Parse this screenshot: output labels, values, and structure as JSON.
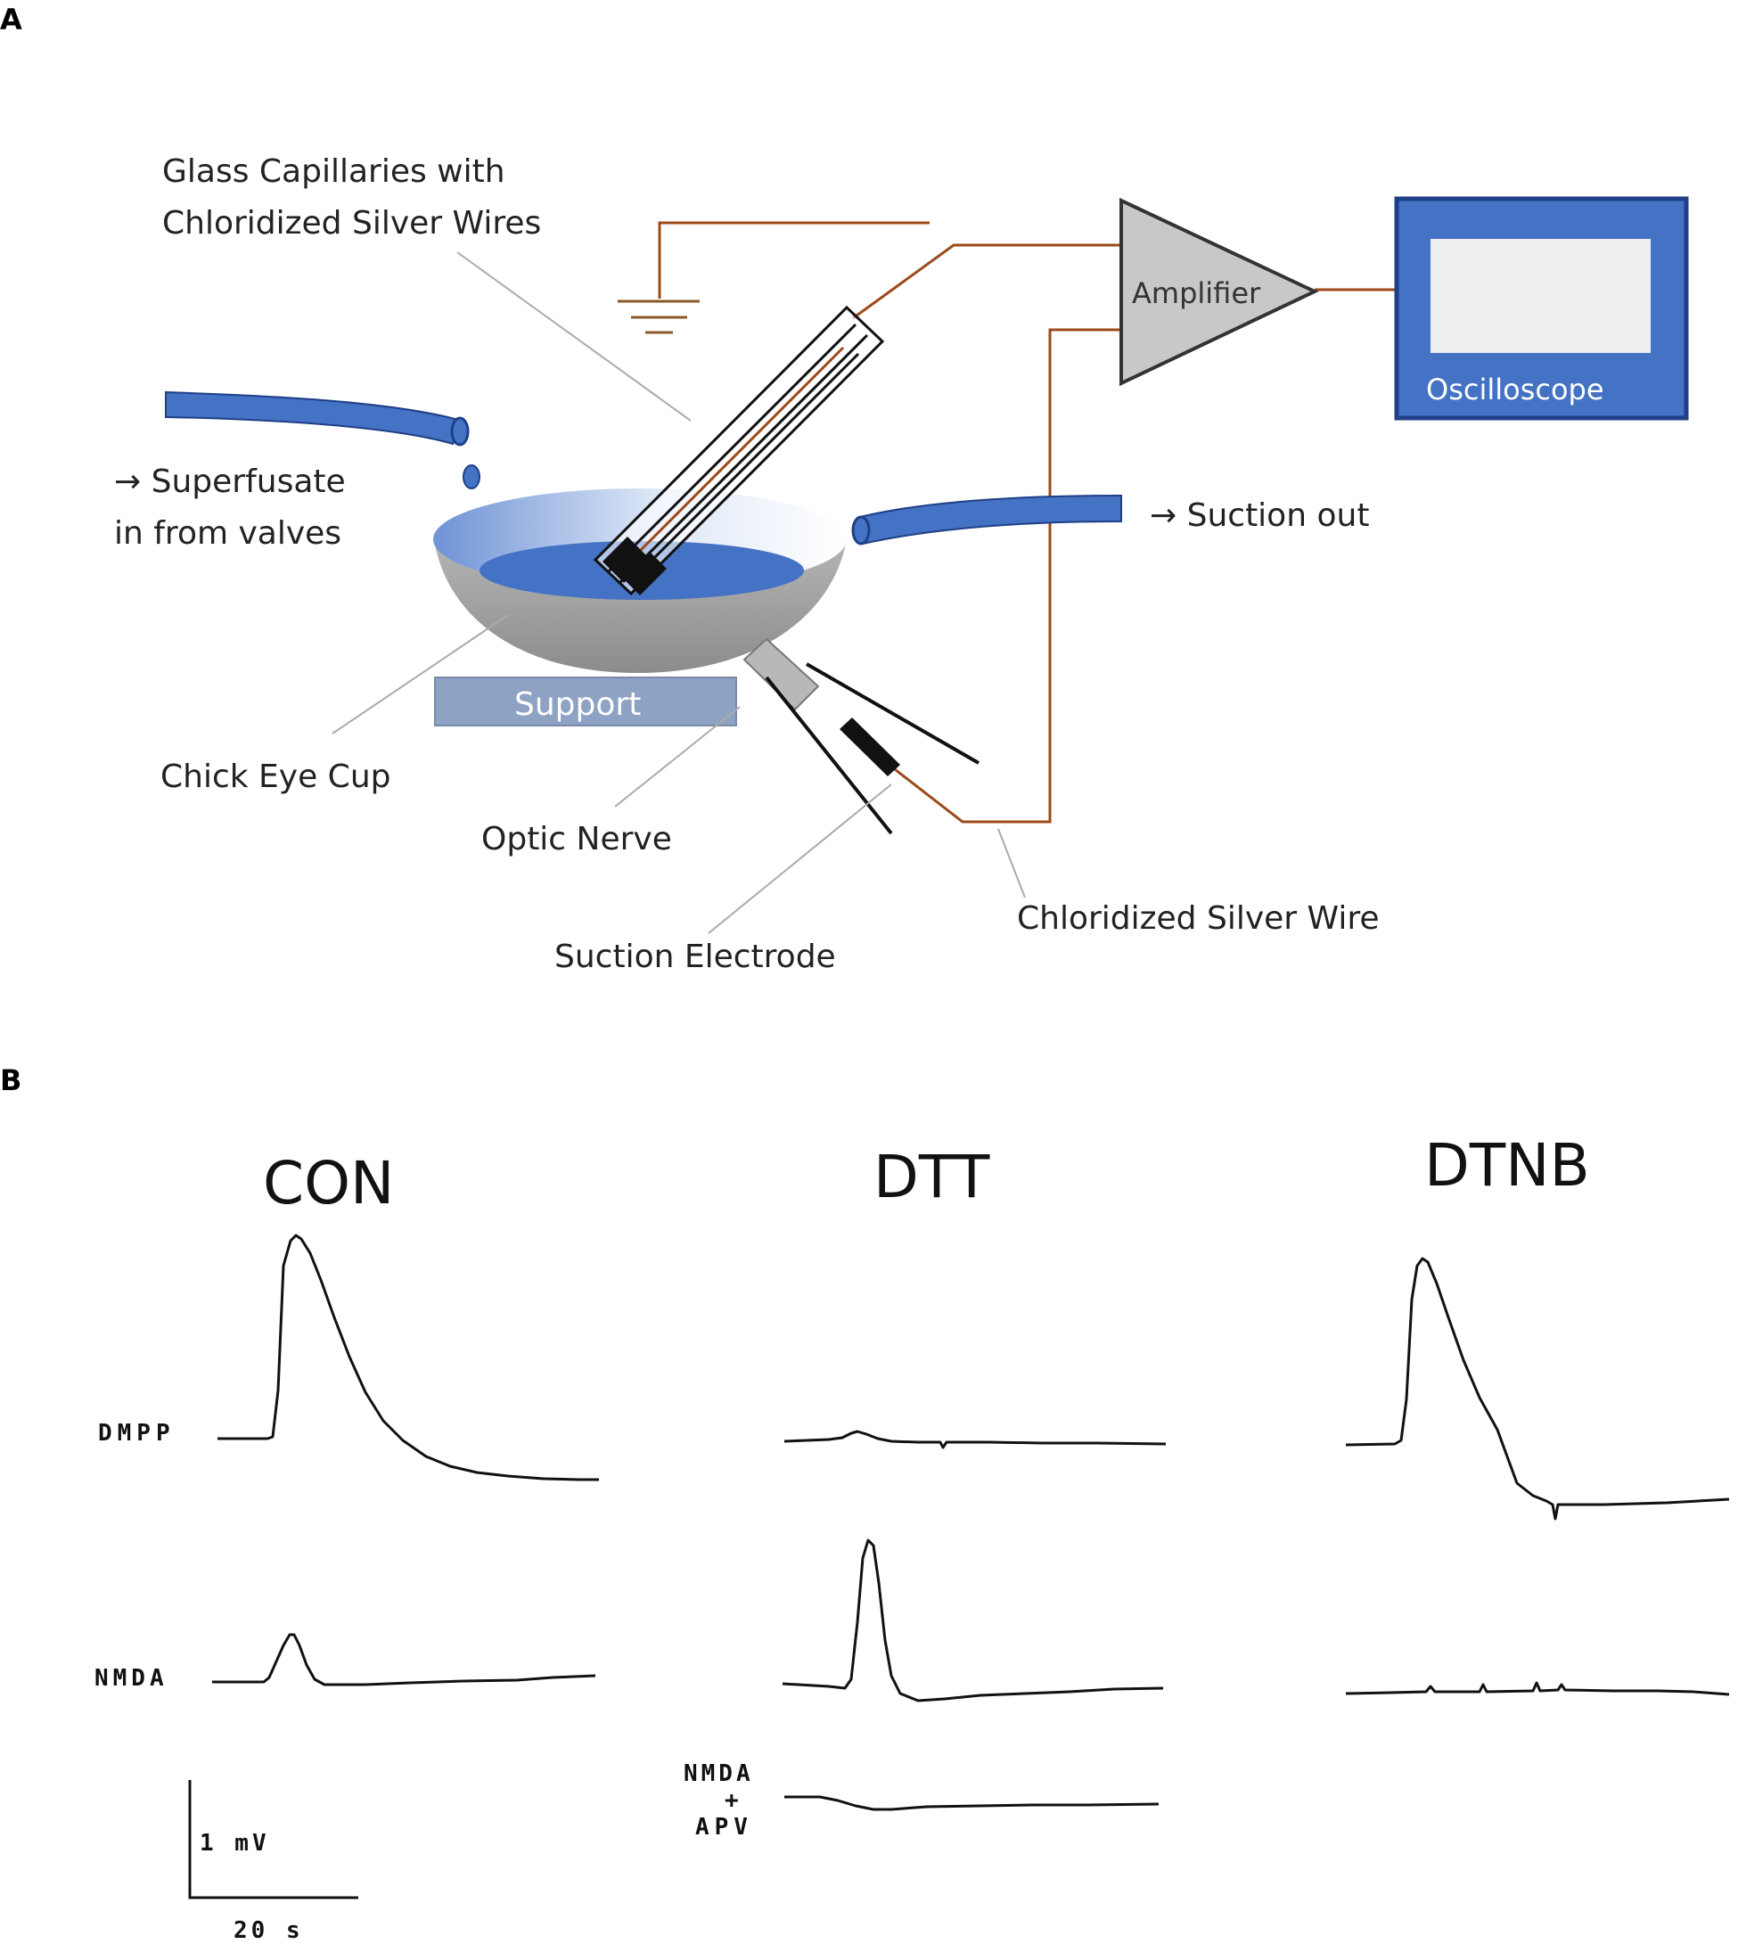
{
  "panel_a": {
    "letter": "A",
    "labels": {
      "glass_line1": "Glass Capillaries with",
      "glass_line2": "Chloridized Silver Wires",
      "superfusate_line1": "→ Superfusate",
      "superfusate_line2": "in from valves",
      "suction_out": "→ Suction out",
      "amplifier": "Amplifier",
      "oscilloscope": "Oscilloscope",
      "support": "Support",
      "chick_eye_cup": "Chick Eye Cup",
      "optic_nerve": "Optic Nerve",
      "suction_electrode": "Suction Electrode",
      "chloridized_silver_wire": "Chloridized Silver Wire"
    },
    "colors": {
      "tube_blue": "#4472c4",
      "wire_brown": "#a0522d",
      "amplifier_gray": "#c8c8c8",
      "support_blue": "#8ea2c4",
      "bowl_gray": "#9c9c9c"
    }
  },
  "panel_b": {
    "letter": "B",
    "conditions": [
      "CON",
      "DTT",
      "DTNB"
    ],
    "row_labels": {
      "dmpp": "DMPP",
      "nmda": "NMDA",
      "nmda_apv_line1": "NMDA",
      "nmda_apv_line2": "+",
      "nmda_apv_line3": "APV"
    },
    "scale_bar": {
      "voltage": "1 mV",
      "time": "20 s"
    }
  }
}
